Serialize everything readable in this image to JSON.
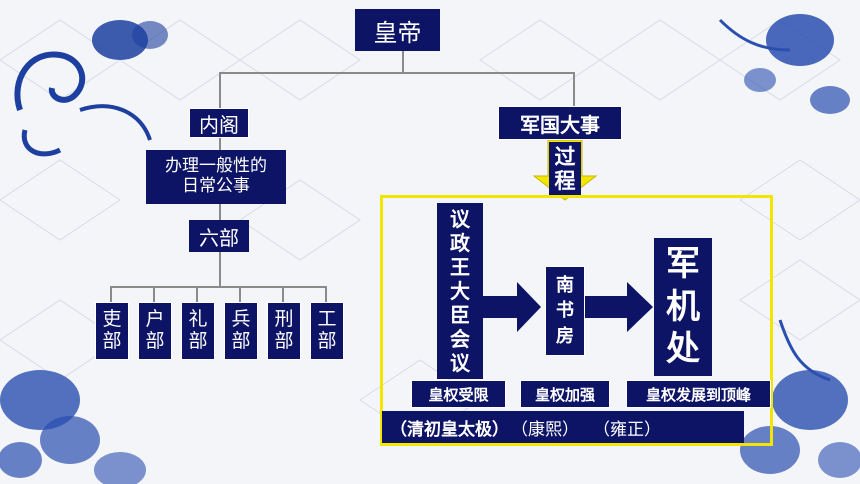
{
  "emperor": "皇帝",
  "cabinet": "内阁",
  "cabinet_duty": [
    "办理一般性的",
    "日常公事"
  ],
  "six_ministries": "六部",
  "ministries": [
    [
      "吏",
      "部"
    ],
    [
      "户",
      "部"
    ],
    [
      "礼",
      "部"
    ],
    [
      "兵",
      "部"
    ],
    [
      "刑",
      "部"
    ],
    [
      "工",
      "部"
    ]
  ],
  "military_affairs": "军国大事",
  "process": [
    "过",
    "程"
  ],
  "council": [
    "议",
    "政",
    "王",
    "大",
    "臣",
    "会",
    "议"
  ],
  "southern_study": [
    "南",
    "书",
    "房"
  ],
  "grand_council": [
    "军",
    "机",
    "处"
  ],
  "stages": {
    "restricted": "皇权受限",
    "strengthened": "皇权加强",
    "peak": "皇权发展到顶峰"
  },
  "eras": {
    "early_qing": "（清初皇太极）",
    "kangxi": "（康熙）",
    "yongzheng": "（雍正）"
  },
  "colors": {
    "box": "#0d1466",
    "line": "#8a8a8a",
    "highlight": "#f2e600",
    "arrow": "#0d1466"
  }
}
